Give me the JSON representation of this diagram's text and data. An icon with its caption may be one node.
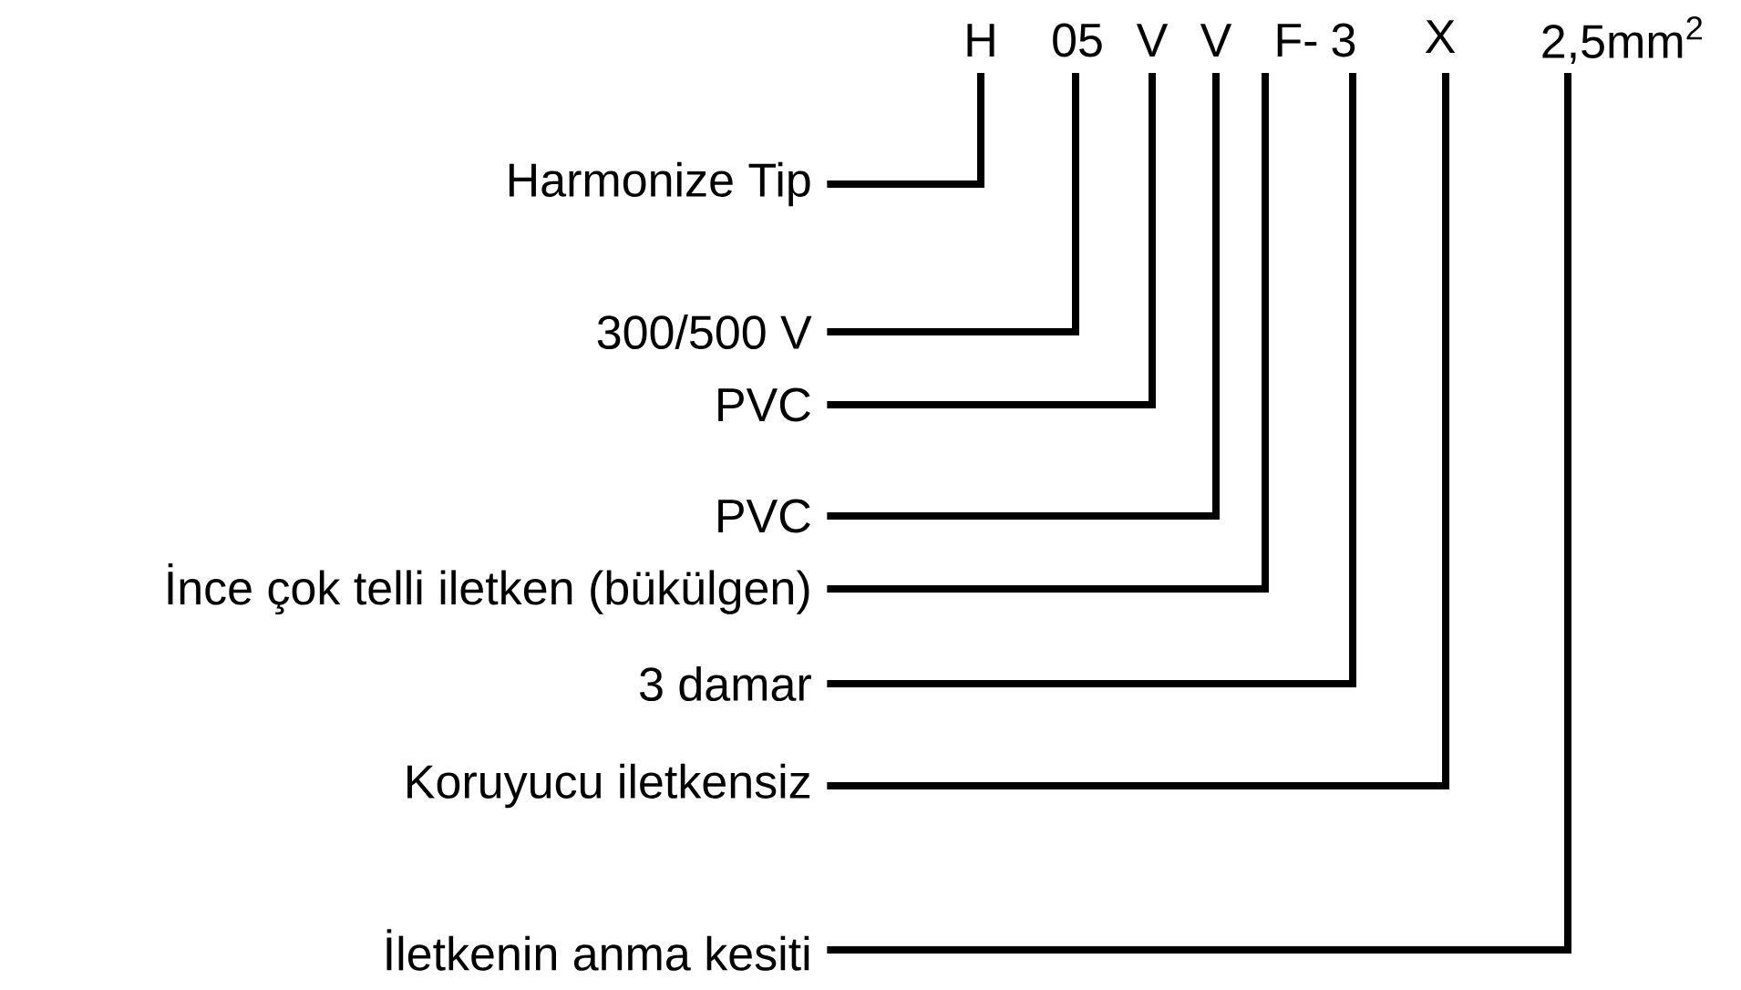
{
  "diagram": {
    "nodes": [
      {
        "text": [
          "H"
        ]
      },
      {
        "text": [
          "05"
        ]
      },
      {
        "text": [
          "V"
        ]
      },
      {
        "text": [
          "V"
        ]
      },
      {
        "text": [
          "F-"
        ]
      },
      {
        "text": [
          "3"
        ]
      },
      {
        "text": [
          "X"
        ]
      },
      {
        "text": [
          "2,5mm$^{2}$"
        ]
      },
      {
        "text": [
          "Harmonize Tip"
        ]
      },
      {
        "text": [
          "300/500 V"
        ]
      },
      {
        "text": [
          "PVC"
        ]
      },
      {
        "text": [
          "PVC"
        ]
      },
      {
        "text": [
          "İnce çok telli iletken (bükülgen)"
        ]
      },
      {
        "text": [
          "3 damar"
        ]
      },
      {
        "text": [
          "Koruyucu iletkensiz"
        ]
      },
      {
        "text": [
          "İletkenin anma kesiti"
        ]
      }
    ],
    "edges": [
      {
        "from": 8,
        "to": 0,
        "arrow": "none"
      },
      {
        "from": 9,
        "to": 1,
        "arrow": "none"
      },
      {
        "from": 10,
        "to": 2,
        "arrow": "none"
      },
      {
        "from": 11,
        "to": 3,
        "arrow": "none"
      },
      {
        "from": 12,
        "to": 4,
        "arrow": "none"
      },
      {
        "from": 13,
        "to": 5,
        "arrow": "none"
      },
      {
        "from": 14,
        "to": 6,
        "arrow": "none"
      },
      {
        "from": 15,
        "to": 7,
        "arrow": "none"
      }
    ]
  }
}
